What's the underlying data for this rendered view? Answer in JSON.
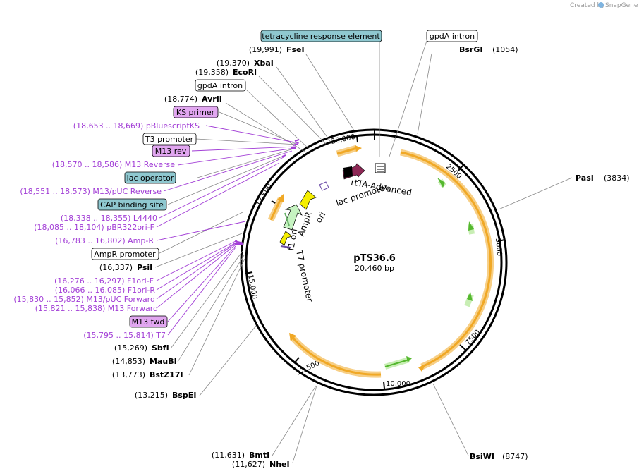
{
  "branding": {
    "created_by": "Created by",
    "product": "SnapGene"
  },
  "plasmid": {
    "name": "pTS36.6",
    "size": "20,460 bp"
  },
  "ticks": [
    "2500",
    "5000",
    "7500",
    "10,000",
    "12,500",
    "15,000",
    "17,500",
    "20,000"
  ],
  "boxes": {
    "tre": "tetracycline response element",
    "gpda_top": "gpdA intron",
    "gpda_left": "gpdA intron",
    "ks": "KS primer",
    "t3": "T3 promoter",
    "m13rev": "M13 rev",
    "lacop": "lac operator",
    "cap": "CAP binding site",
    "ampr_prom": "AmpR promoter",
    "m13fwd": "M13 fwd"
  },
  "enzymes": {
    "fsei": {
      "pos": "(19,991)",
      "name": "FseI"
    },
    "xbai": {
      "pos": "(19,370)",
      "name": "XbaI"
    },
    "ecori": {
      "pos": "(19,358)",
      "name": "EcoRI"
    },
    "avrii": {
      "pos": "(18,774)",
      "name": "AvrII"
    },
    "bsrgi": {
      "name": "BsrGI",
      "pos": "(1054)"
    },
    "pasi": {
      "name": "PasI",
      "pos": "(3834)"
    },
    "psii": {
      "pos": "(16,337)",
      "name": "PsiI"
    },
    "sbfi": {
      "pos": "(15,269)",
      "name": "SbfI"
    },
    "maubi": {
      "pos": "(14,853)",
      "name": "MauBI"
    },
    "bstz17i": {
      "pos": "(13,773)",
      "name": "BstZ17I"
    },
    "bspei": {
      "pos": "(13,215)",
      "name": "BspEI"
    },
    "bmti": {
      "pos": "(11,631)",
      "name": "BmtI"
    },
    "nhei": {
      "pos": "(11,627)",
      "name": "NheI"
    },
    "bsiwi": {
      "name": "BsiWI",
      "pos": "(8747)"
    }
  },
  "primers": {
    "pbks": "(18,653 .. 18,669)  pBluescriptKS",
    "m13reverse": "(18,570 .. 18,586)  M13 Reverse",
    "m13pucrev": "(18,551 .. 18,573)  M13/pUC Reverse",
    "l4440": "(18,338 .. 18,355)  L4440",
    "pbr322": "(18,085 .. 18,104)  pBR322ori-F",
    "ampr": "(16,783 .. 16,802)  Amp-R",
    "f1orif": "(16,276 .. 16,297)  F1ori-F",
    "f1orir": "(16,066 .. 16,085)  F1ori-R",
    "m13pucfwd": "(15,830 .. 15,852)  M13/pUC Forward",
    "m13forward": "(15,821 .. 15,838)  M13 Forward",
    "t7": "(15,795 .. 15,814)  T7"
  },
  "features": {
    "rtta": "rtTA-Advanced",
    "lacprom": "lac promoter",
    "ori": "ori",
    "ampr": "AmpR",
    "f1ori": "f1 ori",
    "t7prom": "T7 promoter"
  },
  "colors": {
    "primer": "#a23ed6",
    "orange_arrow": "#f0a825",
    "orange_glow": "#f7cf86",
    "green_arrow": "#55b82f",
    "rtta": "#8e2856",
    "yellow": "#f5ee00",
    "ori_green": "#c6f3c1",
    "box_blue": "#8fc8d0",
    "box_purple": "#e1a6f0"
  }
}
